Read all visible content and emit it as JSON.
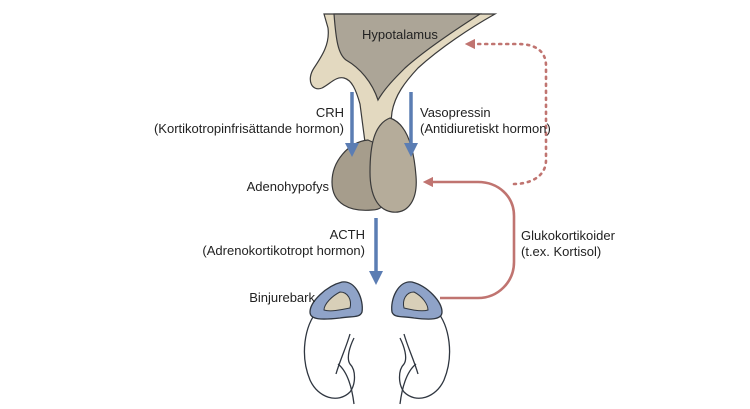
{
  "labels": {
    "hypothalamus": "Hypotalamus",
    "crh": "CRH",
    "crh_full": "(Kortikotropinfrisättande hormon)",
    "vasopressin": "Vasopressin",
    "vasopressin_full": "(Antidiuretiskt hormon)",
    "adenohypophysis": "Adenohypofys",
    "acth": "ACTH",
    "acth_full": "(Adrenokortikotropt hormon)",
    "adrenal_cortex": "Binjurebark",
    "glucocorticoids": "Glukokortikoider",
    "glucocorticoids_example": "(t.ex. Kortisol)"
  },
  "colors": {
    "hypothalamus_fill": "#aca597",
    "stalk_fill": "#e3d9c0",
    "pituitary_fill": "#a69d8c",
    "outline": "#3a3a3a",
    "hormone_arrow": "#5b7db3",
    "feedback_arrow": "#c07470",
    "adrenal_fill": "#8fa3c8",
    "adrenal_inner": "#d8cfb8",
    "kidney_stroke": "#2f3640"
  }
}
